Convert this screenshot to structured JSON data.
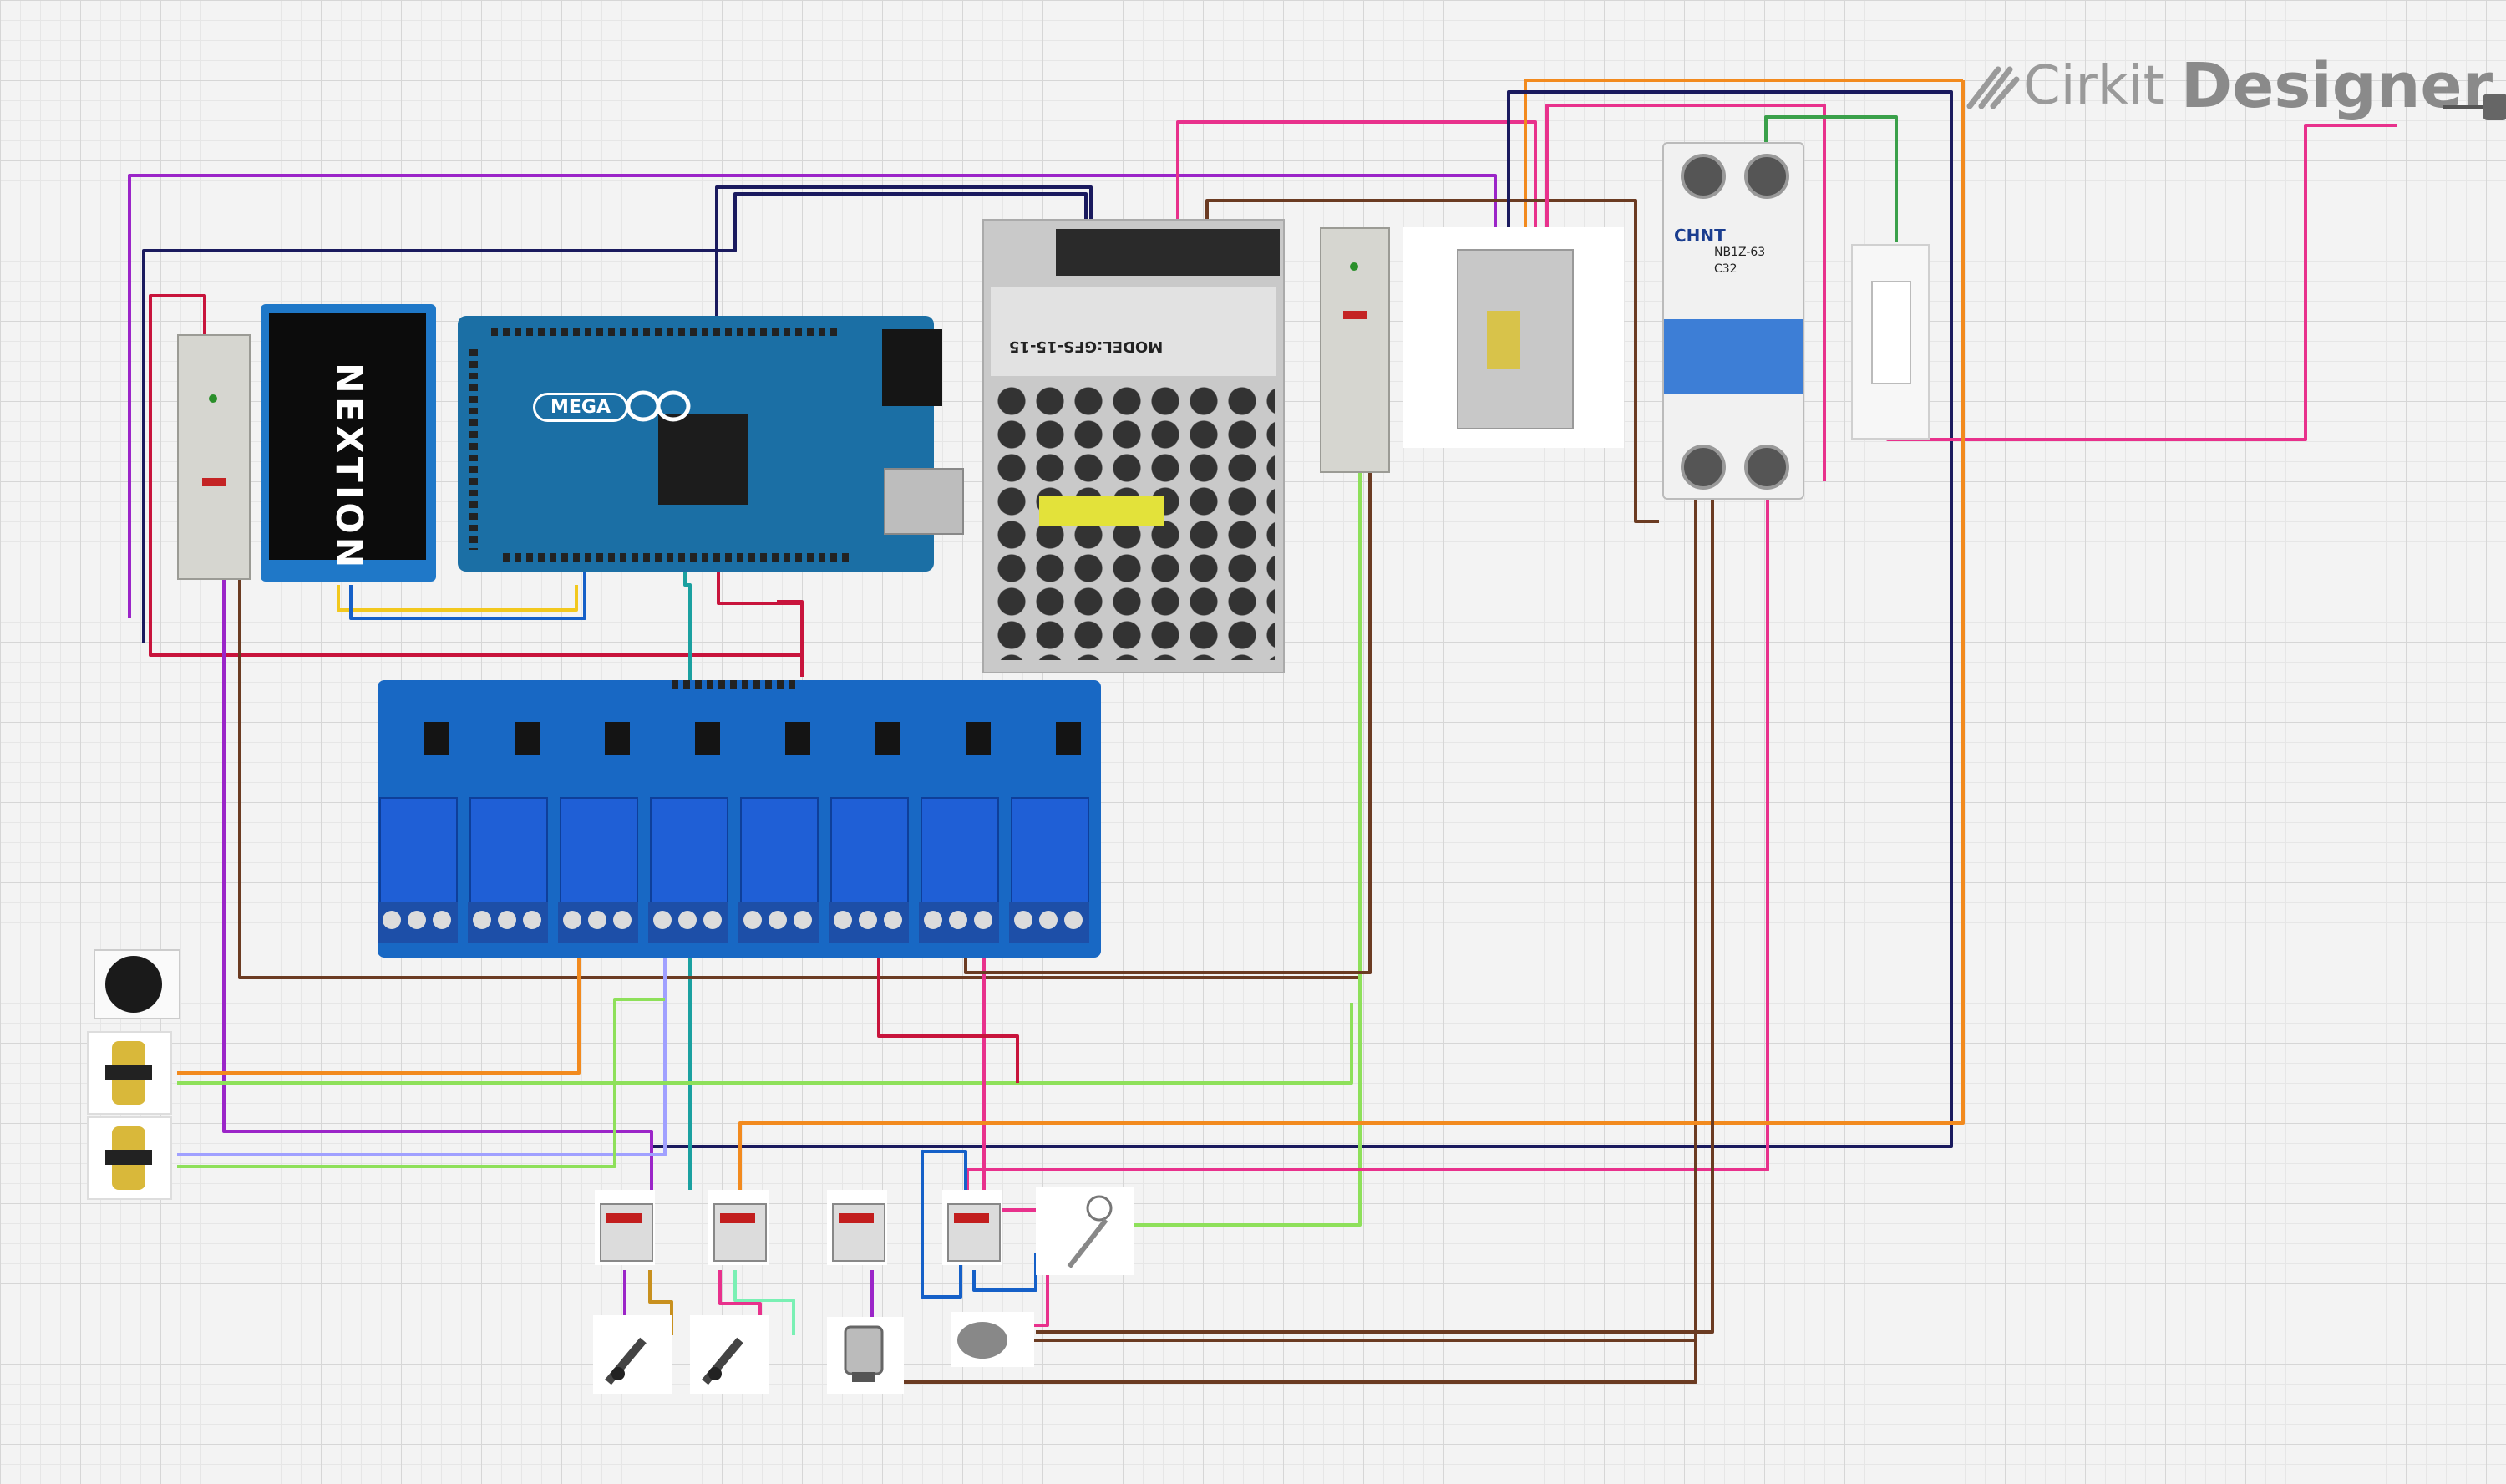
{
  "logo": {
    "cirkit": "Cirkit",
    "designer": "Designer"
  },
  "display": {
    "brand": "NEXTION"
  },
  "mega": {
    "label": "MEGA"
  },
  "power_supply": {
    "model": "MODEL:GFS-15-15"
  },
  "breaker": {
    "brand": "CHNT",
    "model": "NB1Z-63",
    "rating": "C32"
  },
  "colors": {
    "red": "#c8143c",
    "pink": "#e8318c",
    "purple": "#9b25c8",
    "navy": "#1a1a5e",
    "blue": "#1560c8",
    "orange": "#f28a1e",
    "yellow": "#f2c81e",
    "green": "#3aa04a",
    "lightgreen": "#8ee05a",
    "brown": "#6b3b22",
    "teal": "#1aa0a0",
    "lavender": "#a0a0ff",
    "mint": "#7af0b4",
    "gold": "#c8901e"
  }
}
